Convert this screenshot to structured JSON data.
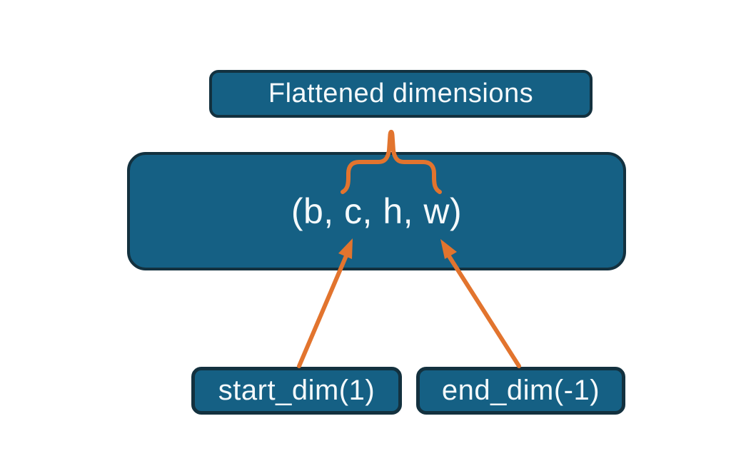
{
  "colors": {
    "background": "#ffffff",
    "node_fill": "#156084",
    "node_border": "#13313f",
    "node_text": "#f4f9fb",
    "connector": "#e2742e"
  },
  "nodes": {
    "flattened": {
      "label": "Flattened dimensions"
    },
    "tensor": {
      "label": "(b, c, h, w)"
    },
    "start_dim": {
      "label": "start_dim(1)"
    },
    "end_dim": {
      "label": "end_dim(-1)"
    }
  },
  "connectors": [
    {
      "type": "brace",
      "from": "tensor",
      "to": "flattened",
      "spans": "c through w"
    },
    {
      "type": "arrow",
      "from": "start_dim",
      "to": "tensor",
      "points_at": "c"
    },
    {
      "type": "arrow",
      "from": "end_dim",
      "to": "tensor",
      "points_at": "w"
    }
  ]
}
